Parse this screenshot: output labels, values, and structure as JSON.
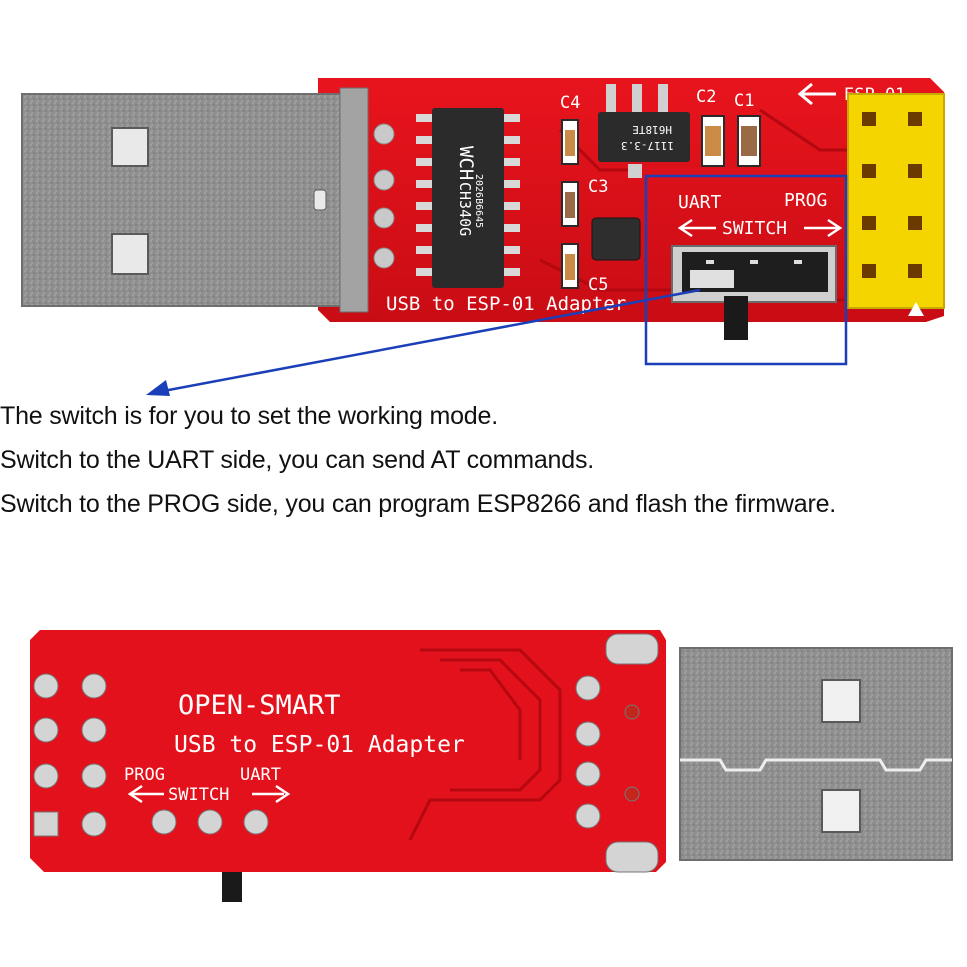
{
  "top_board": {
    "chip_main": "CH340G",
    "chip_logo": "WCH",
    "chip_code": "2026B6645",
    "regulator_label": "1117-3.3",
    "regulator_code": "H618TE",
    "labels": {
      "c1": "C1",
      "c2": "C2",
      "c3": "C3",
      "c4": "C4",
      "c5": "C5",
      "esp01": "ESP-01",
      "uart": "UART",
      "prog": "PROG",
      "switch": "SWITCH",
      "adapter": "USB to ESP-01 Adapter"
    }
  },
  "captions": {
    "line1": "The switch is for you to set the working mode.",
    "line2": "Switch to the UART side, you can send AT commands.",
    "line3": "Switch to the PROG side, you can program ESP8266 and flash the firmware."
  },
  "bottom_board": {
    "brand": "OPEN-SMART",
    "adapter": "USB to ESP-01 Adapter",
    "prog": "PROG",
    "uart": "UART",
    "switch": "SWITCH"
  },
  "colors": {
    "pcb_red": "#e3111b",
    "highlight_blue": "#1b3fb8",
    "header_yellow": "#f5d500",
    "usb_metal": "#8e8e8e"
  }
}
